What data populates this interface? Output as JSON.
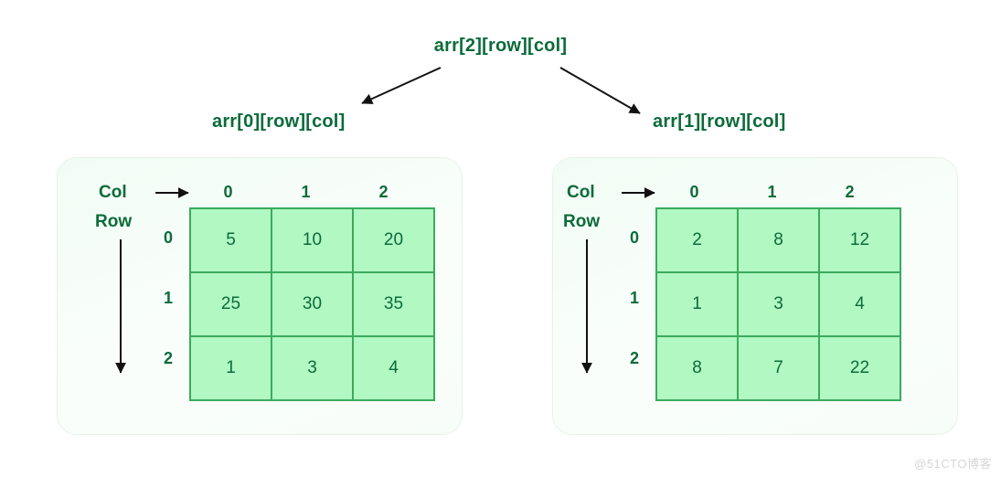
{
  "diagram": {
    "root": {
      "label": "arr[2][row][col]"
    },
    "branches": [
      {
        "label": "arr[0][row][col]"
      },
      {
        "label": "arr[1][row][col]"
      }
    ],
    "axis_legend": {
      "col_label": "Col",
      "row_label": "Row",
      "col_arrow_icon": "arrow-right-icon",
      "row_arrow_icon": "arrow-down-icon"
    },
    "branch_arrow_icon": "arrow-diagonal-icon",
    "colors": {
      "text_green": "#0b6b3a",
      "cell_fill": "#b2f8c3",
      "cell_border": "#3aaa5e",
      "panel_bg": "#f7fdf9",
      "panel_border": "#e4f3e9",
      "page_bg": "#ffffff",
      "arrow": "#000000",
      "watermark": "#d6d6d6"
    },
    "tables": [
      {
        "name": "arr[0]",
        "col_headers": [
          "0",
          "1",
          "2"
        ],
        "row_headers": [
          "0",
          "1",
          "2"
        ],
        "rows": [
          [
            "5",
            "10",
            "20"
          ],
          [
            "25",
            "30",
            "35"
          ],
          [
            "1",
            "3",
            "4"
          ]
        ]
      },
      {
        "name": "arr[1]",
        "col_headers": [
          "0",
          "1",
          "2"
        ],
        "row_headers": [
          "0",
          "1",
          "2"
        ],
        "rows": [
          [
            "2",
            "8",
            "12"
          ],
          [
            "1",
            "3",
            "4"
          ],
          [
            "8",
            "7",
            "22"
          ]
        ]
      }
    ]
  },
  "watermark": {
    "text": "@51CTO博客"
  }
}
